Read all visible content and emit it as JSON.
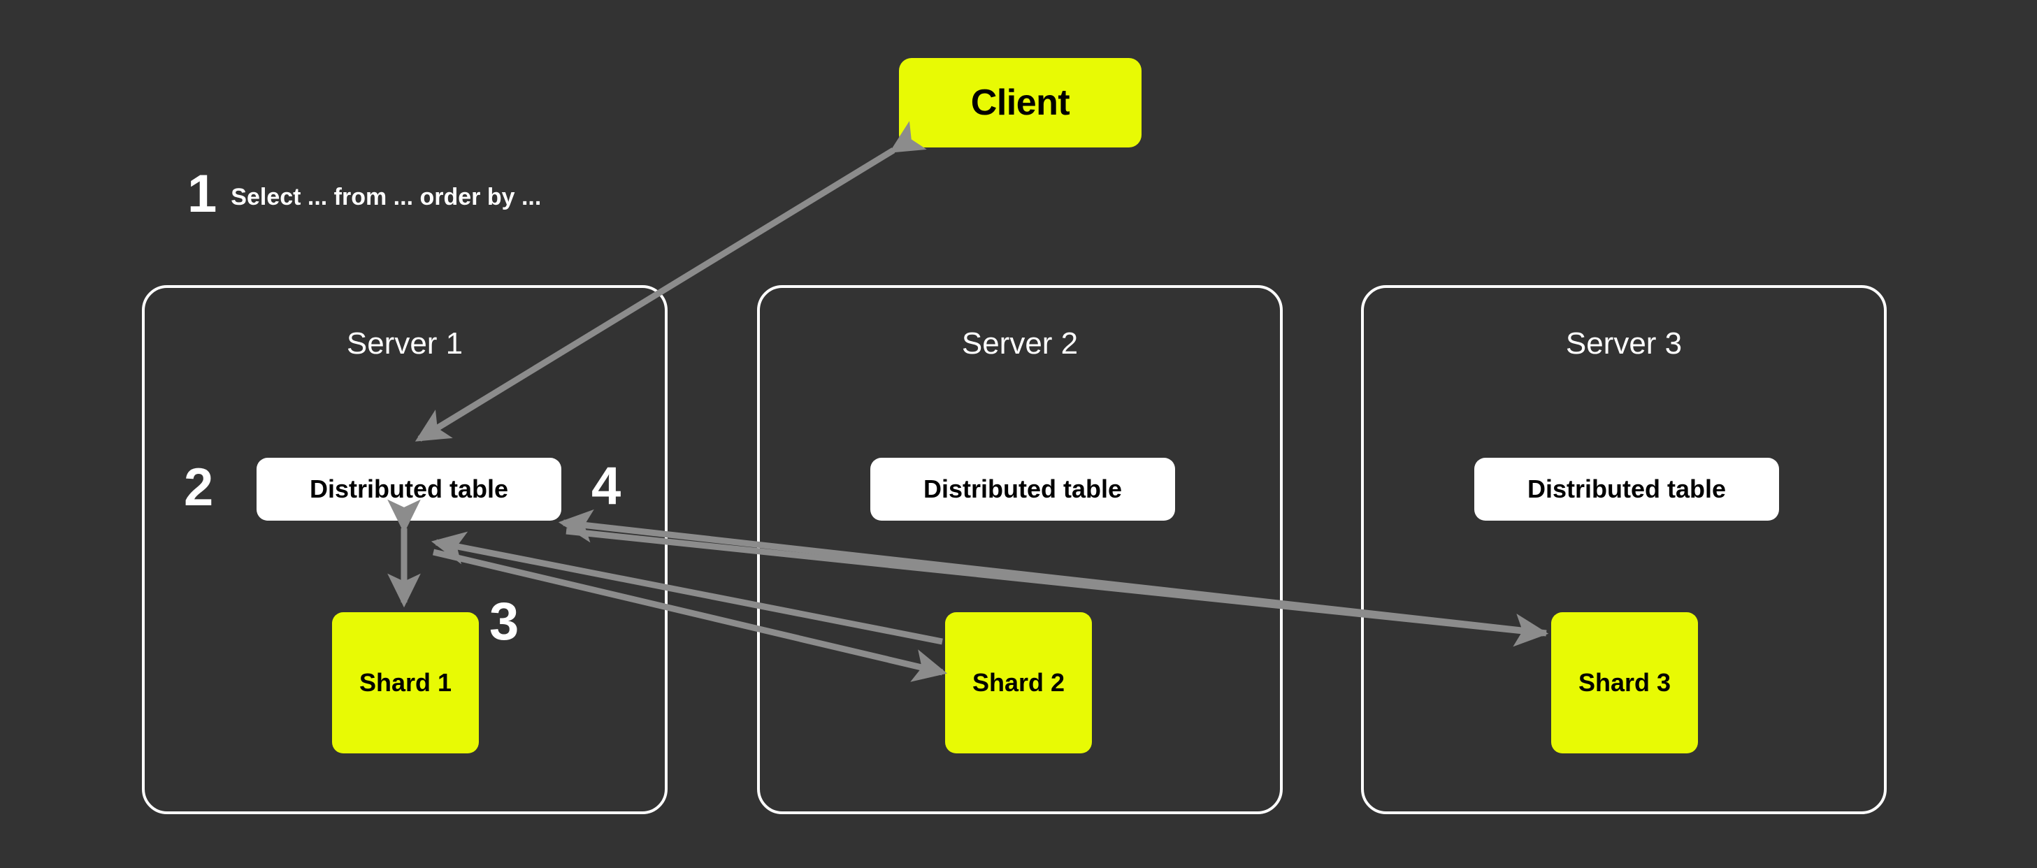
{
  "diagram": {
    "background_color": "#333333",
    "accent_color": "#e8fa04",
    "arrow_color": "#8c8c8c",
    "panel_border_color": "#ffffff"
  },
  "client": {
    "label": "Client"
  },
  "steps": {
    "one": {
      "number": "1",
      "text": "Select ... from ... order by ..."
    },
    "two": {
      "number": "2"
    },
    "three": {
      "number": "3"
    },
    "four": {
      "number": "4"
    }
  },
  "servers": [
    {
      "title": "Server 1",
      "distributed_table": "Distributed table",
      "shard": "Shard 1"
    },
    {
      "title": "Server 2",
      "distributed_table": "Distributed table",
      "shard": "Shard 2"
    },
    {
      "title": "Server 3",
      "distributed_table": "Distributed table",
      "shard": "Shard 3"
    }
  ],
  "chart_data": {
    "type": "diagram",
    "title": "Distributed query execution across sharded servers",
    "nodes": [
      {
        "id": "client",
        "label": "Client",
        "kind": "client"
      },
      {
        "id": "server1-dist",
        "label": "Distributed table",
        "parent": "Server 1",
        "kind": "table"
      },
      {
        "id": "server1-shard",
        "label": "Shard 1",
        "parent": "Server 1",
        "kind": "shard"
      },
      {
        "id": "server2-dist",
        "label": "Distributed table",
        "parent": "Server 2",
        "kind": "table"
      },
      {
        "id": "server2-shard",
        "label": "Shard 2",
        "parent": "Server 2",
        "kind": "shard"
      },
      {
        "id": "server3-dist",
        "label": "Distributed table",
        "parent": "Server 3",
        "kind": "table"
      },
      {
        "id": "server3-shard",
        "label": "Shard 3",
        "parent": "Server 3",
        "kind": "shard"
      }
    ],
    "edges": [
      {
        "step": "1",
        "from": "client",
        "to": "server1-dist",
        "label": "Select ... from ... order by ...",
        "direction": "one-way"
      },
      {
        "step": "2",
        "from": "server1-dist",
        "to": "server1-shard",
        "direction": "two-way"
      },
      {
        "step": "3",
        "from": "server1-dist",
        "to": "server2-shard",
        "direction": "one-way"
      },
      {
        "step": "3",
        "from": "server1-dist",
        "to": "server3-shard",
        "direction": "one-way"
      },
      {
        "step": "3",
        "from": "server2-shard",
        "to": "server1-dist",
        "direction": "one-way"
      },
      {
        "step": "4",
        "from": "server3-shard",
        "to": "server1-dist",
        "direction": "one-way"
      }
    ]
  }
}
